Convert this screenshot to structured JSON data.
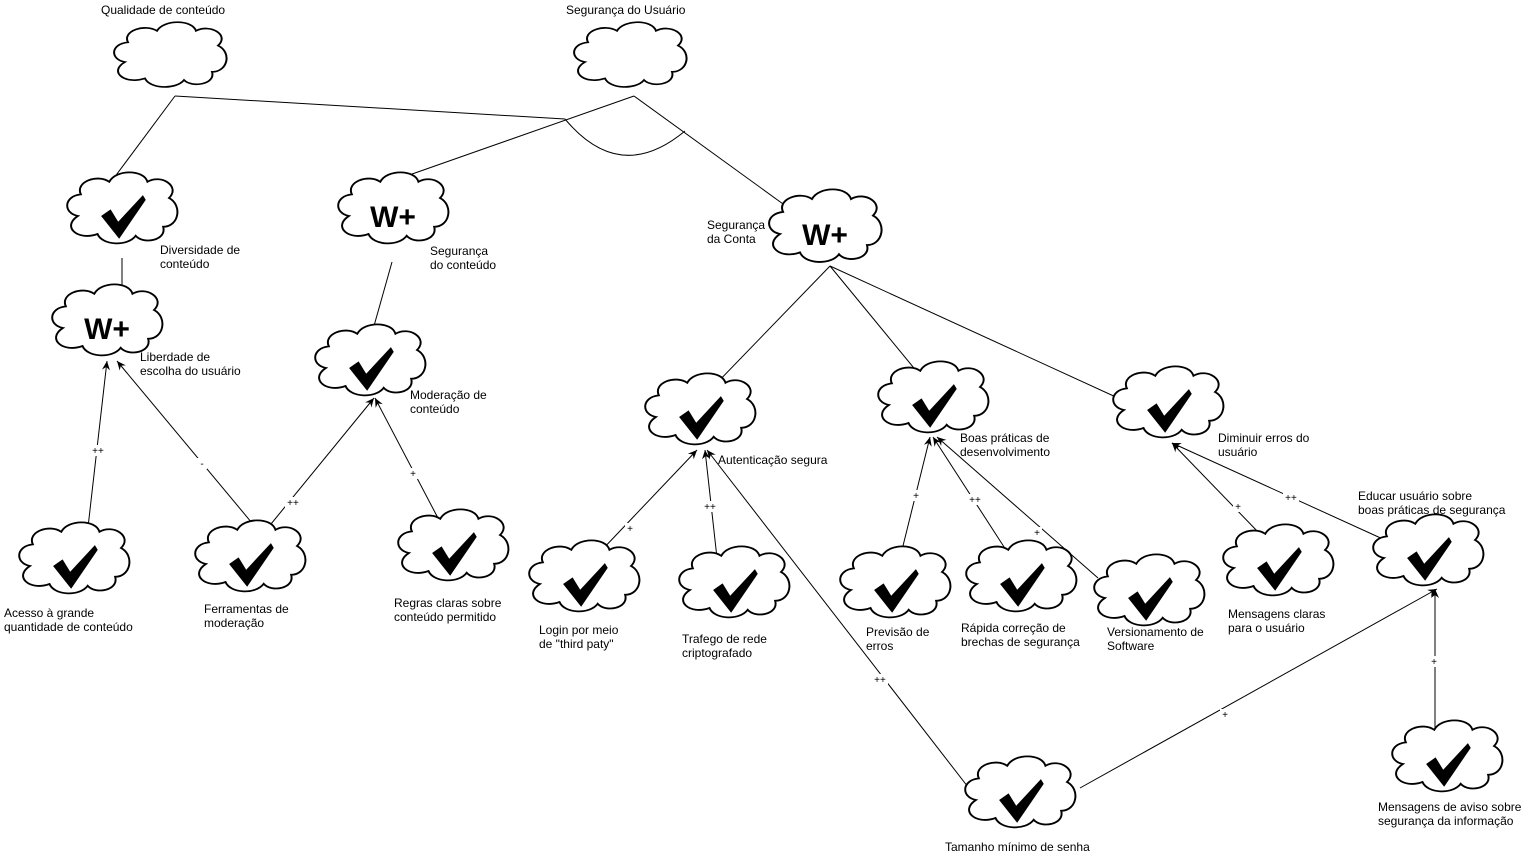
{
  "softgoals": {
    "qualidade": {
      "label": "Qualidade de conteúdo"
    },
    "seguranca_usuario": {
      "label": "Segurança do Usuário"
    },
    "diversidade": {
      "label": [
        "Diversidade de",
        "conteúdo"
      ],
      "status": "satisficed"
    },
    "seguranca_conteudo": {
      "label": [
        "Segurança",
        "do conteúdo"
      ],
      "status": "W+"
    },
    "seguranca_conta": {
      "label": [
        "Segurança",
        "da Conta"
      ],
      "status": "W+"
    },
    "liberdade": {
      "label": [
        "Liberdade de",
        "escolha do usuário"
      ],
      "status": "W+"
    },
    "moderacao": {
      "label": [
        "Moderação de",
        "conteúdo"
      ],
      "status": "satisficed"
    },
    "autenticacao": {
      "label": [
        "Autenticação segura"
      ],
      "status": "satisficed"
    },
    "boas_praticas": {
      "label": [
        "Boas práticas de",
        "desenvolvimento"
      ],
      "status": "satisficed"
    },
    "diminuir_erros": {
      "label": [
        "Diminuir erros do",
        "usuário"
      ],
      "status": "satisficed"
    },
    "acesso": {
      "label": [
        "Acesso à grande",
        "quantidade de conteúdo"
      ],
      "status": "satisficed"
    },
    "ferramentas": {
      "label": [
        "Ferramentas de",
        "moderação"
      ],
      "status": "satisficed"
    },
    "regras": {
      "label": [
        "Regras claras sobre",
        "conteúdo permitido"
      ],
      "status": "satisficed"
    },
    "login": {
      "label": [
        "Login por meio",
        "de \"third paty\""
      ],
      "status": "satisficed"
    },
    "trafego": {
      "label": [
        "Trafego de rede",
        "criptografado"
      ],
      "status": "satisficed"
    },
    "previsao": {
      "label": [
        "Previsão de",
        "erros"
      ],
      "status": "satisficed"
    },
    "rapida": {
      "label": [
        "Rápida correção de",
        "brechas de segurança"
      ],
      "status": "satisficed"
    },
    "versionamento": {
      "label": [
        "Versionamento de",
        "Software"
      ],
      "status": "satisficed"
    },
    "mensagens_claras": {
      "label": [
        "Mensagens claras",
        "para o usuário"
      ],
      "status": "satisficed"
    },
    "educar": {
      "label": [
        "Educar usuário sobre",
        "boas práticas de segurança"
      ],
      "status": "satisficed"
    },
    "mensagens_aviso": {
      "label": [
        "Mensagens de aviso sobre",
        "segurança da informação"
      ],
      "status": "satisficed"
    },
    "tamanho_senha": {
      "label": [
        "Tamanho mínimo de senha"
      ],
      "status": "satisficed"
    }
  },
  "contributions": [
    {
      "from": "acesso",
      "to": "liberdade",
      "type": "++"
    },
    {
      "from": "ferramentas",
      "to": "liberdade",
      "type": "-"
    },
    {
      "from": "ferramentas",
      "to": "moderacao",
      "type": "++"
    },
    {
      "from": "regras",
      "to": "moderacao",
      "type": "+"
    },
    {
      "from": "login",
      "to": "autenticacao",
      "type": "+"
    },
    {
      "from": "trafego",
      "to": "autenticacao",
      "type": "++"
    },
    {
      "from": "tamanho_senha",
      "to": "autenticacao",
      "type": "++"
    },
    {
      "from": "previsao",
      "to": "boas_praticas",
      "type": "+"
    },
    {
      "from": "rapida",
      "to": "boas_praticas",
      "type": "++"
    },
    {
      "from": "versionamento",
      "to": "boas_praticas",
      "type": "+"
    },
    {
      "from": "mensagens_claras",
      "to": "diminuir_erros",
      "type": "+"
    },
    {
      "from": "educar",
      "to": "diminuir_erros",
      "type": "++"
    },
    {
      "from": "tamanho_senha",
      "to": "educar",
      "type": "+"
    },
    {
      "from": "mensagens_aviso",
      "to": "educar",
      "type": "+"
    }
  ],
  "colors": {
    "stroke": "#000000",
    "background": "#ffffff"
  }
}
